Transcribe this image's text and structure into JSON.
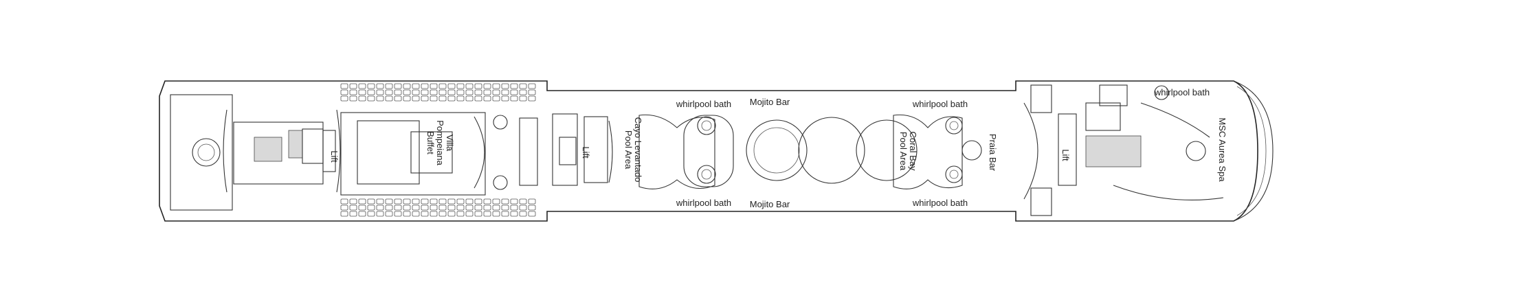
{
  "deck_plan": {
    "labels": {
      "whirlpool_bath_1": "whirlpool bath",
      "whirlpool_bath_2": "whirlpool bath",
      "whirlpool_bath_3": "whirlpool bath",
      "whirlpool_bath_4": "whirlpool bath",
      "whirlpool_bath_5": "whirlpool bath",
      "mojito_bar_top": "Mojito Bar",
      "mojito_bar_bottom": "Mojito Bar",
      "villa_pompeiana_1": "Villa",
      "villa_pompeiana_2": "Pompeiana",
      "villa_pompeiana_3": "Buffet",
      "cayo_levantado_1": "Cayo Levantado",
      "cayo_levantado_2": "Pool Area",
      "coral_bay_1": "Coral Bay",
      "coral_bay_2": "Pool Area",
      "praia_bar": "Praia Bar",
      "msc_aurea_spa": "MSC Aurea Spa",
      "lift_1": "Lift",
      "lift_2": "Lift",
      "lift_3": "Lift"
    }
  }
}
